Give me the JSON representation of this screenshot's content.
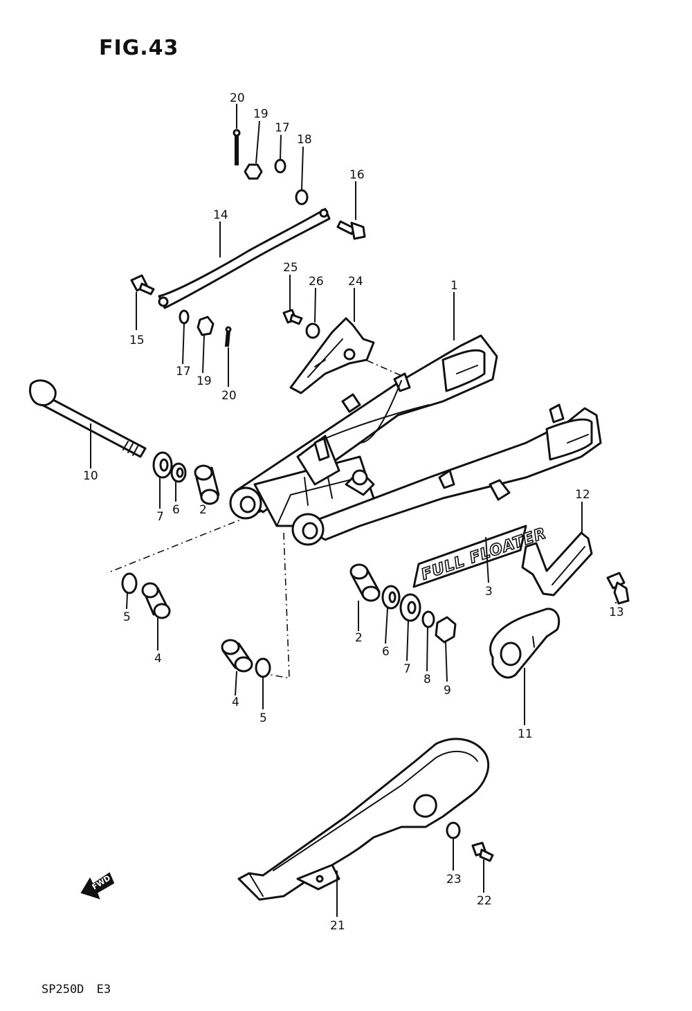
{
  "figure": {
    "title": "FIG.43",
    "model_code": "SP250D  E3"
  },
  "emblem": {
    "text": "FULL FLOATER"
  },
  "direction_arrow": {
    "text": "FWD",
    "icon": "forward-arrow-icon"
  },
  "callouts": [
    "20",
    "19",
    "17",
    "18",
    "16",
    "14",
    "25",
    "26",
    "24",
    "1",
    "15",
    "17",
    "19",
    "20",
    "10",
    "7",
    "6",
    "2",
    "12",
    "5",
    "4",
    "3",
    "13",
    "2",
    "6",
    "7",
    "8",
    "9",
    "4",
    "5",
    "11",
    "23",
    "22",
    "21"
  ],
  "colors": {
    "ink": "#111111",
    "paper": "#ffffff"
  }
}
